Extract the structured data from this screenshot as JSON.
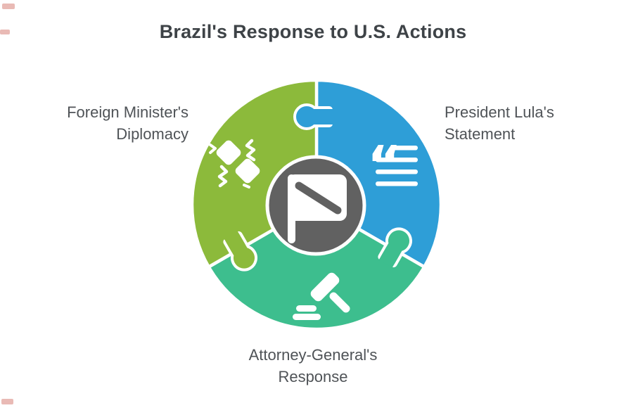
{
  "title": "Brazil's Response to U.S. Actions",
  "diagram": {
    "center": {
      "icon": "flag-icon",
      "color": "#616161",
      "ring_color": "#ffffff"
    },
    "segments": [
      {
        "label": "Foreign Minister's Diplomacy",
        "color": "#8CBA3B",
        "icon": "handshake-icon",
        "position": "top-left"
      },
      {
        "label": "President Lula's Statement",
        "color": "#2E9ED7",
        "icon": "quote-icon",
        "position": "right"
      },
      {
        "label": "Attorney-General's Response",
        "color": "#3DBE8E",
        "icon": "gavel-icon",
        "position": "bottom"
      }
    ]
  },
  "icons": {
    "quote_glyph": "“"
  },
  "colors": {
    "background": "#ffffff",
    "title_text": "#3e4347",
    "label_text": "#4f5357",
    "icon_fill": "#ffffff",
    "divider": "#ffffff",
    "edge_marks": "#c0392b"
  }
}
